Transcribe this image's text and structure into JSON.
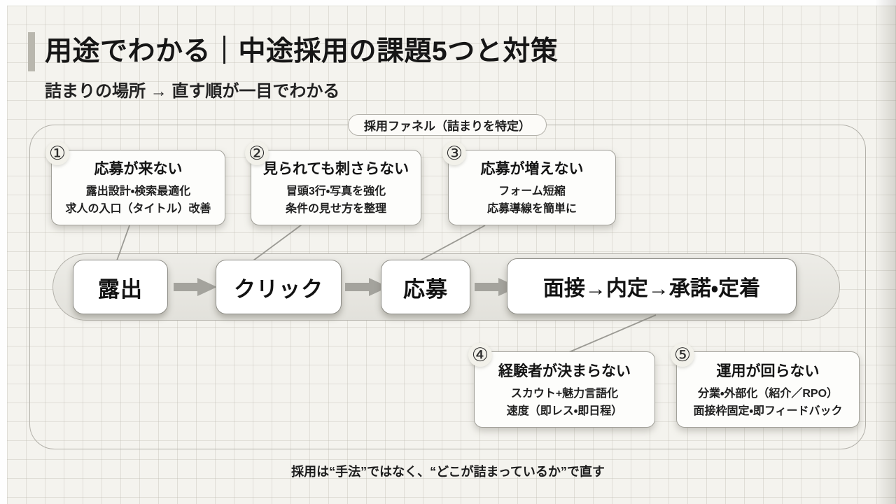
{
  "header": {
    "title": "用途でわかる｜中途採用の課題5つと対策",
    "subtitle": "詰まりの場所 → 直す順が一目でわかる"
  },
  "funnel": {
    "label": "採用ファネル（詰まりを特定）",
    "steps": [
      {
        "label": "露出"
      },
      {
        "label": "クリック"
      },
      {
        "label": "応募"
      },
      {
        "label": "面接→内定→承諾・定着"
      }
    ]
  },
  "issues": [
    {
      "badge": "①",
      "title": "応募が来ない",
      "line1": "露出設計・検索最適化",
      "line2": "求人の入口（タイトル）改善"
    },
    {
      "badge": "②",
      "title": "見られても刺さらない",
      "line1": "冒頭3行・写真を強化",
      "line2": "条件の見せ方を整理"
    },
    {
      "badge": "③",
      "title": "応募が増えない",
      "line1": "フォーム短縮",
      "line2": "応募導線を簡単に"
    },
    {
      "badge": "④",
      "title": "経験者が決まらない",
      "line1": "スカウト+魅力言語化",
      "line2": "速度（即レス・即日程）"
    },
    {
      "badge": "⑤",
      "title": "運用が回らない",
      "line1": "分業・外部化（紹介／RPO）",
      "line2": "面接枠固定・即フィードバック"
    }
  ],
  "footer": {
    "note": "採用は“手法”ではなく、“どこが詰まっているか”で直す"
  },
  "colors": {
    "background": "#f4f3ee",
    "grid_line": "#dddcd3",
    "box_border": "#a2a19a",
    "arrow": "#a4a39d",
    "connector": "#9b9a94",
    "text": "#1c1c1c",
    "accent_bar": "#b9b7ae"
  }
}
